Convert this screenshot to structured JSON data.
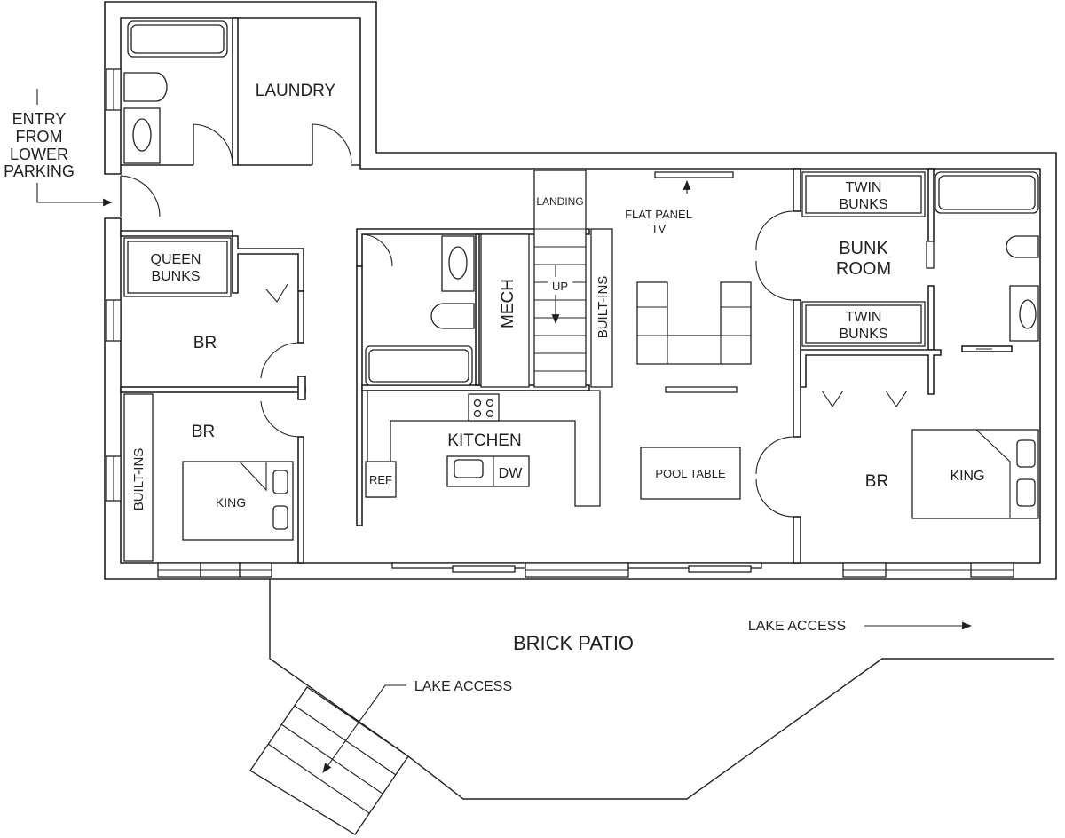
{
  "labels": {
    "entry_l1": "ENTRY",
    "entry_l2": "FROM",
    "entry_l3": "LOWER",
    "entry_l4": "PARKING",
    "laundry": "LAUNDRY",
    "queen_bunks_l1": "QUEEN",
    "queen_bunks_l2": "BUNKS",
    "br_left_upper": "BR",
    "br_left_lower": "BR",
    "builtins_left": "BUILT-INS",
    "king_left": "KING",
    "mech": "MECH",
    "landing": "LANDING",
    "up": "UP",
    "builtins_stair": "BUILT-INS",
    "kitchen": "KITCHEN",
    "ref": "REF",
    "dw": "DW",
    "flat_panel_l1": "FLAT PANEL",
    "flat_panel_l2": "TV",
    "pool_table": "POOL TABLE",
    "twin_bunks_top_l1": "TWIN",
    "twin_bunks_top_l2": "BUNKS",
    "bunk_room_l1": "BUNK",
    "bunk_room_l2": "ROOM",
    "twin_bunks_bottom_l1": "TWIN",
    "twin_bunks_bottom_l2": "BUNKS",
    "br_right": "BR",
    "king_right": "KING",
    "brick_patio": "BRICK PATIO",
    "lake_access_right": "LAKE ACCESS",
    "lake_access_stairs": "LAKE ACCESS"
  },
  "colors": {
    "ink": "#231f20",
    "paper": "#ffffff"
  }
}
